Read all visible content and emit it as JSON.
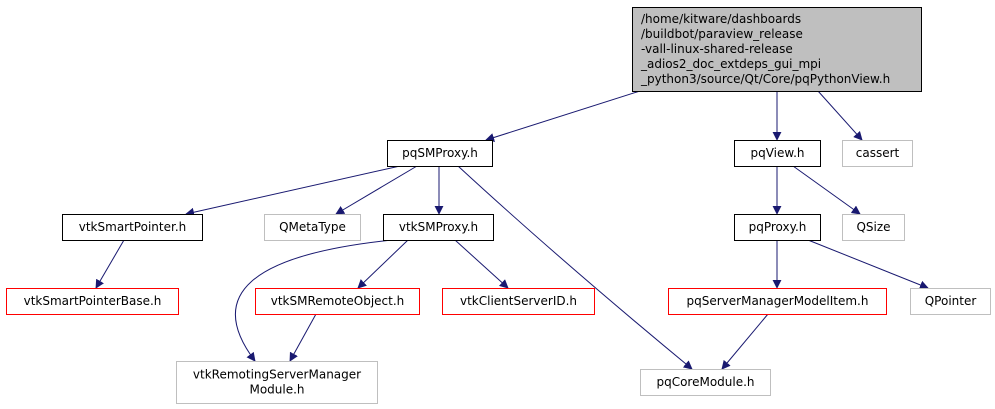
{
  "diagram": {
    "colors": {
      "edge": "#191970",
      "root_fill": "#bfbfbf",
      "border_normal": "#000000",
      "border_red": "#ff0000",
      "border_gray": "#bfbfbf"
    },
    "nodes": {
      "root": {
        "lines": [
          "/home/kitware/dashboards",
          "/buildbot/paraview_release",
          "-vall-linux-shared-release",
          "_adios2_doc_extdeps_gui_mpi",
          "_python3/source/Qt/Core/pqPythonView.h"
        ],
        "style": "root"
      },
      "pqSMProxy": {
        "lines": [
          "pqSMProxy.h"
        ],
        "style": "normal"
      },
      "pqView": {
        "lines": [
          "pqView.h"
        ],
        "style": "normal"
      },
      "cassert": {
        "lines": [
          "cassert"
        ],
        "style": "gray"
      },
      "vtkSmartPointer": {
        "lines": [
          "vtkSmartPointer.h"
        ],
        "style": "normal"
      },
      "QMetaType": {
        "lines": [
          "QMetaType"
        ],
        "style": "gray"
      },
      "vtkSMProxy": {
        "lines": [
          "vtkSMProxy.h"
        ],
        "style": "normal"
      },
      "pqProxy": {
        "lines": [
          "pqProxy.h"
        ],
        "style": "normal"
      },
      "QSize": {
        "lines": [
          "QSize"
        ],
        "style": "gray"
      },
      "vtkSmartPointerBase": {
        "lines": [
          "vtkSmartPointerBase.h"
        ],
        "style": "red"
      },
      "vtkSMRemoteObject": {
        "lines": [
          "vtkSMRemoteObject.h"
        ],
        "style": "red"
      },
      "vtkClientServerID": {
        "lines": [
          "vtkClientServerID.h"
        ],
        "style": "red"
      },
      "pqServerManagerModelItem": {
        "lines": [
          "pqServerManagerModelItem.h"
        ],
        "style": "red"
      },
      "QPointer": {
        "lines": [
          "QPointer"
        ],
        "style": "gray"
      },
      "vtkRemotingServerManagerModule": {
        "lines": [
          "vtkRemotingServerManager",
          "Module.h"
        ],
        "style": "gray"
      },
      "pqCoreModule": {
        "lines": [
          "pqCoreModule.h"
        ],
        "style": "gray"
      }
    },
    "edges": [
      [
        "root",
        "pqSMProxy"
      ],
      [
        "root",
        "pqView"
      ],
      [
        "root",
        "cassert"
      ],
      [
        "pqSMProxy",
        "vtkSmartPointer"
      ],
      [
        "pqSMProxy",
        "QMetaType"
      ],
      [
        "pqSMProxy",
        "vtkSMProxy"
      ],
      [
        "pqSMProxy",
        "pqCoreModule"
      ],
      [
        "pqView",
        "pqProxy"
      ],
      [
        "pqView",
        "QSize"
      ],
      [
        "vtkSmartPointer",
        "vtkSmartPointerBase"
      ],
      [
        "vtkSMProxy",
        "vtkSMRemoteObject"
      ],
      [
        "vtkSMProxy",
        "vtkClientServerID"
      ],
      [
        "vtkSMProxy",
        "vtkRemotingServerManagerModule"
      ],
      [
        "vtkSMRemoteObject",
        "vtkRemotingServerManagerModule"
      ],
      [
        "pqProxy",
        "pqServerManagerModelItem"
      ],
      [
        "pqProxy",
        "QPointer"
      ],
      [
        "pqServerManagerModelItem",
        "pqCoreModule"
      ]
    ]
  }
}
